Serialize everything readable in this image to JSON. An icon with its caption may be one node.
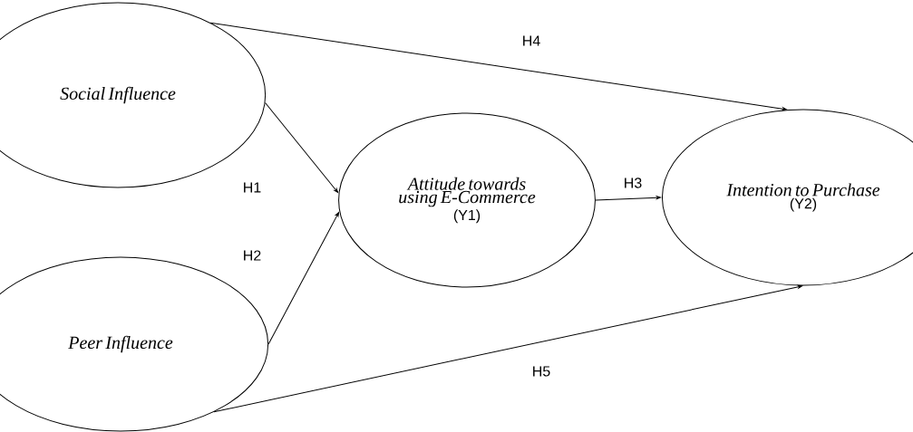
{
  "diagram": {
    "nodes": [
      {
        "text": [
          "Social Influence"
        ]
      },
      {
        "text": [
          "Peer Influence"
        ]
      },
      {
        "text": [
          "Attitude towards using E-Commerce",
          "(Y1)"
        ]
      },
      {
        "text": [
          "Intention to Purchase",
          "(Y2)"
        ]
      }
    ],
    "edges": [
      {
        "from": 0,
        "to": 2,
        "arrow": "to",
        "label": "H1"
      },
      {
        "from": 1,
        "to": 2,
        "arrow": "to",
        "label": "H2"
      },
      {
        "from": 2,
        "to": 3,
        "arrow": "to",
        "label": "H3"
      },
      {
        "from": 0,
        "to": 3,
        "arrow": "to",
        "label": "H4"
      },
      {
        "from": 1,
        "to": 3,
        "arrow": "to",
        "label": "H5"
      }
    ]
  }
}
